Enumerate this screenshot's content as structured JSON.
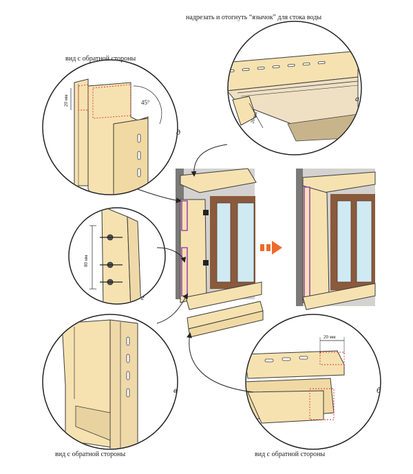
{
  "captions": {
    "top": "надрезать и отогнуть “язычок” для стока воды",
    "back_view_d": "вид с обратной стороны",
    "back_view_v": "вид с обратной стороны",
    "back_view_b": "вид с обратной стороны"
  },
  "letters": {
    "a": "а",
    "b": "б",
    "v": "в",
    "g": "г",
    "d": "д"
  },
  "dimensions": {
    "a": "20 мм",
    "d": "20 мм",
    "d_angle": "45°",
    "g": "80 мм",
    "b": "20 мм"
  },
  "colors": {
    "panel": "#f6e2b0",
    "panel_stroke": "#3a3a3a",
    "wall_gray": "#d3d2d0",
    "wall_dark": "#7b7a78",
    "frame_brown": "#8a5a3c",
    "glass": "#cfeaf3",
    "trim_purple": "#a046b4",
    "cut_red": "#e0312f",
    "arrow_orange": "#ee6a2a"
  }
}
